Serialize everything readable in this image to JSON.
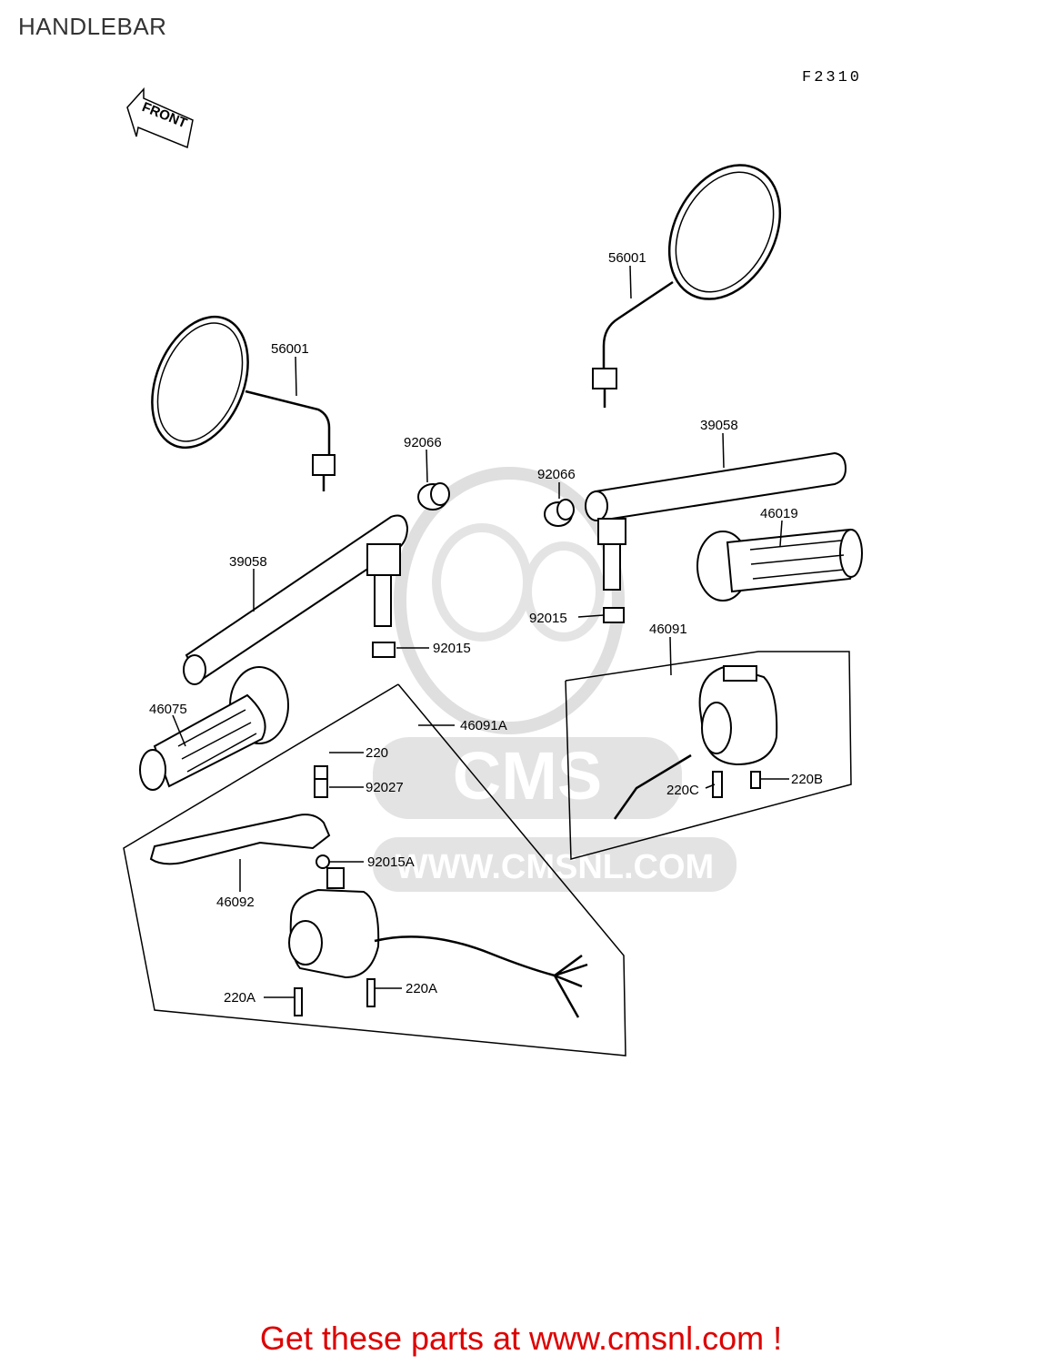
{
  "header": {
    "title": "HANDLEBAR",
    "figure_code": "F2310"
  },
  "arrow": {
    "label": "FRONT"
  },
  "watermark": {
    "brand": "CMS",
    "url": "WWW.CMSNL.COM"
  },
  "parts": {
    "mirror_left": "56001",
    "mirror_right": "56001",
    "handlebar_left": "39058",
    "handlebar_right": "39058",
    "cap_left": "92066",
    "cap_right": "92066",
    "grip_left": "46075",
    "grip_right": "46019",
    "nut_left": "92015",
    "nut_right": "92015",
    "switch_right": "46091",
    "switch_left": "46091A",
    "bolt_220": "220",
    "collar": "92027",
    "lever": "46092",
    "nut_92015a": "92015A",
    "bolt_220a_left": "220A",
    "bolt_220a_right": "220A",
    "bolt_220b": "220B",
    "bolt_220c": "220C"
  },
  "footer": {
    "cta": "Get these parts at www.cmsnl.com !"
  }
}
